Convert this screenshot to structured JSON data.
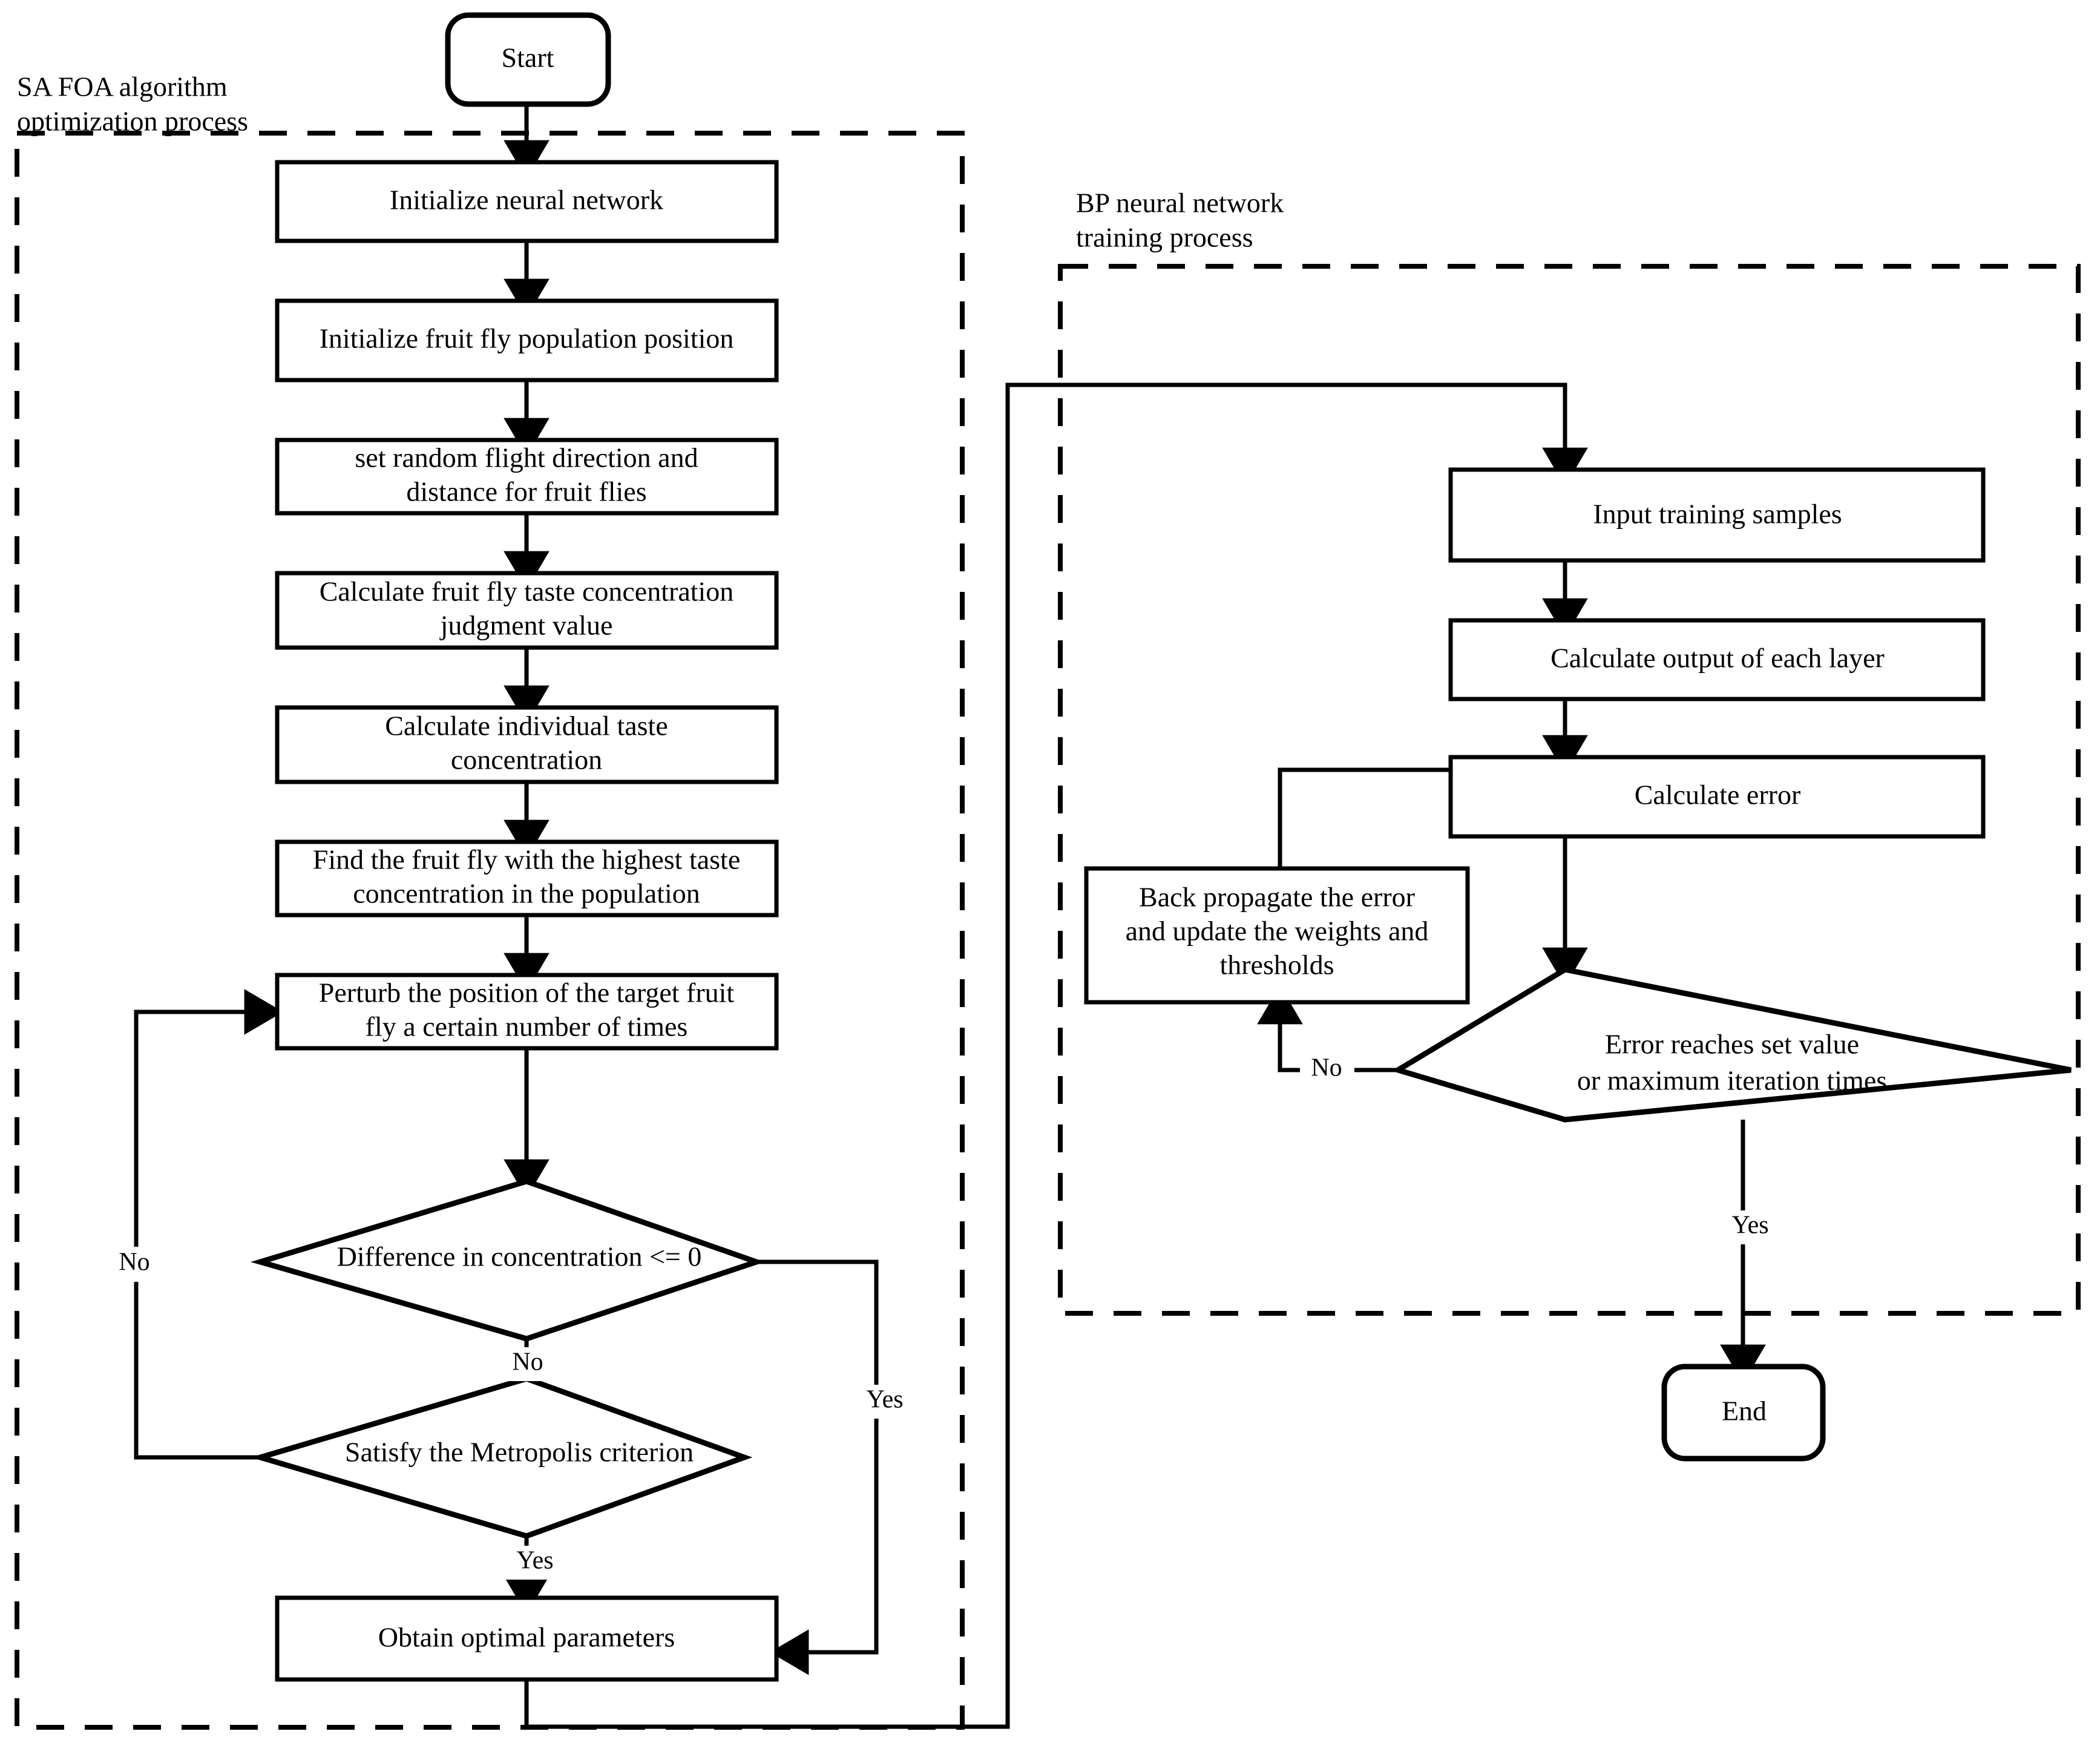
{
  "diagram": {
    "title": "SA FOA optimized BP neural network flowchart",
    "stroke_color": "#000000",
    "background_color": "#ffffff"
  },
  "groups": [
    {
      "id": "sa-foa-group",
      "label_line1": "SA FOA algorithm",
      "label_line2": "optimization process"
    },
    {
      "id": "bp-group",
      "label_line1": "BP neural network",
      "label_line2": "training process"
    }
  ],
  "nodes": {
    "start": {
      "label": "Start",
      "shape": "terminator"
    },
    "init_nn": {
      "label": "Initialize neural network",
      "shape": "process"
    },
    "init_pop": {
      "label": "Initialize fruit fly population position",
      "shape": "process"
    },
    "set_random": {
      "line1": "set random flight direction and",
      "line2": "distance for fruit flies",
      "shape": "process"
    },
    "calc_judgment": {
      "line1": "Calculate fruit fly taste concentration",
      "line2": "judgment value",
      "shape": "process"
    },
    "calc_individual": {
      "line1": "Calculate individual taste",
      "line2": "concentration",
      "shape": "process"
    },
    "find_highest": {
      "line1": "Find the fruit fly with the highest taste",
      "line2": "concentration in the population",
      "shape": "process"
    },
    "perturb": {
      "line1": "Perturb the position of the target fruit",
      "line2": "fly a certain number of times",
      "shape": "process"
    },
    "diff_conc": {
      "label": "Difference in concentration <= 0",
      "shape": "decision"
    },
    "metropolis": {
      "label": "Satisfy the Metropolis criterion",
      "shape": "decision"
    },
    "obtain_optimal": {
      "label": "Obtain optimal parameters",
      "shape": "process"
    },
    "input_samples": {
      "label": "Input training samples",
      "shape": "process"
    },
    "calc_output": {
      "label": "Calculate output of each layer",
      "shape": "process"
    },
    "calc_error": {
      "label": "Calculate error",
      "shape": "process"
    },
    "backprop": {
      "line1": "Back propagate the error",
      "line2": "and update the weights and",
      "line3": "thresholds",
      "shape": "process"
    },
    "error_check": {
      "line1": "Error reaches set value",
      "line2": "or maximum iteration times",
      "shape": "decision"
    },
    "end": {
      "label": "End",
      "shape": "terminator"
    }
  },
  "edge_labels": {
    "diff_no_left": "No",
    "diff_no_down": "No",
    "diff_yes_right": "Yes",
    "metropolis_yes": "Yes",
    "error_no": "No",
    "error_yes": "Yes"
  }
}
